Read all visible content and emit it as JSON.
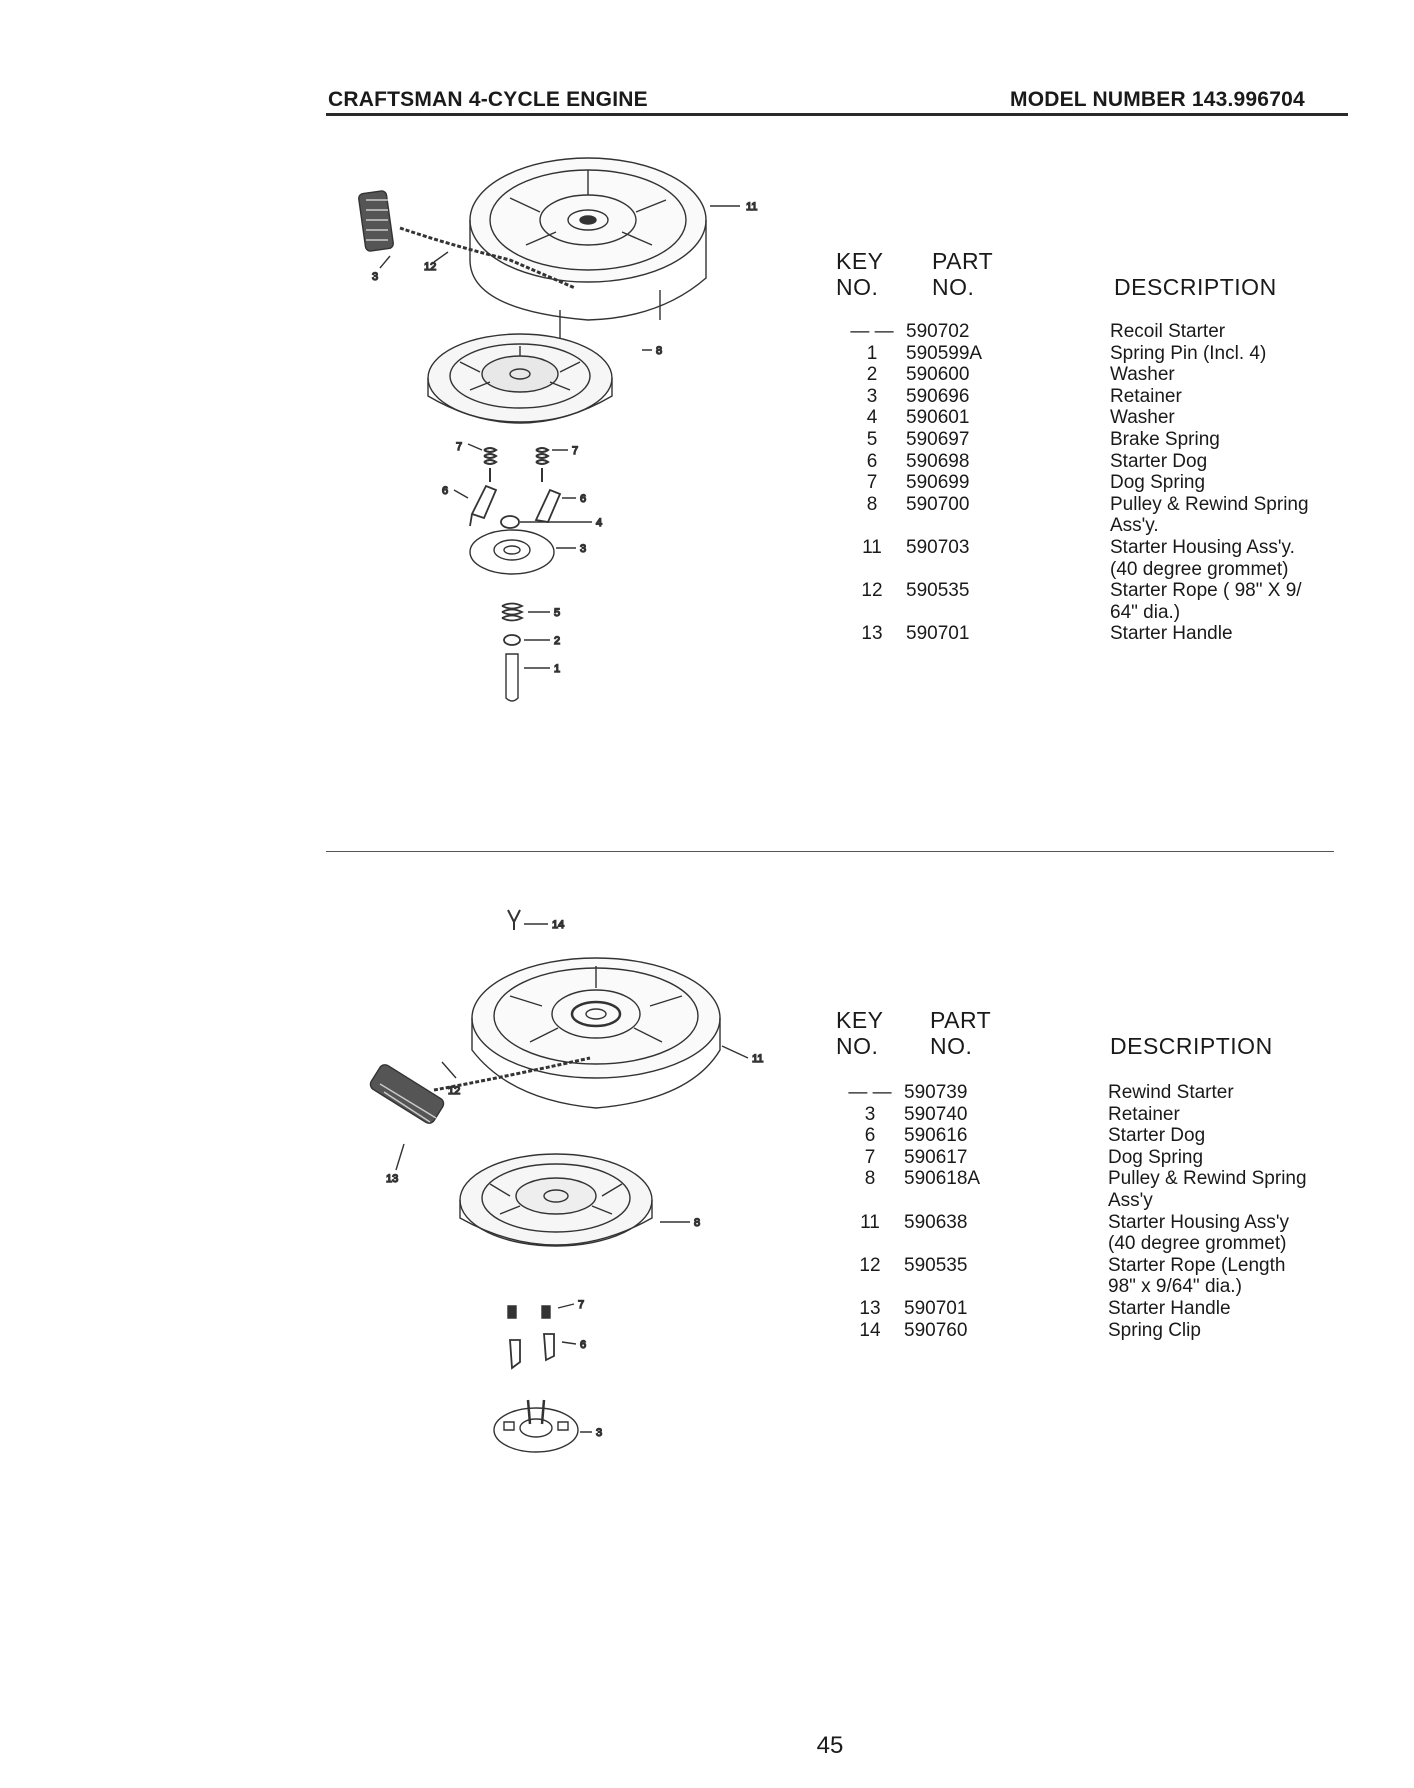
{
  "header": {
    "left": "CRAFTSMAN 4-CYCLE ENGINE",
    "right": "MODEL NUMBER 143.996704"
  },
  "sections": [
    {
      "headers": {
        "key": "KEY\nNO.",
        "part": "PART\nNO.",
        "description": "DESCRIPTION"
      },
      "callouts": [
        "11",
        "12",
        "3",
        "8",
        "7",
        "7",
        "6",
        "6",
        "4",
        "3",
        "5",
        "2",
        "1"
      ],
      "rows": [
        {
          "key": "— —",
          "part": "590702",
          "description": "Recoil Starter"
        },
        {
          "key": "1",
          "part": "590599A",
          "description": "Spring Pin (Incl. 4)"
        },
        {
          "key": "2",
          "part": "590600",
          "description": "Washer"
        },
        {
          "key": "3",
          "part": "590696",
          "description": "Retainer"
        },
        {
          "key": "4",
          "part": "590601",
          "description": "Washer"
        },
        {
          "key": "5",
          "part": "590697",
          "description": "Brake Spring"
        },
        {
          "key": "6",
          "part": "590698",
          "description": "Starter Dog"
        },
        {
          "key": "7",
          "part": "590699",
          "description": "Dog Spring"
        },
        {
          "key": "8",
          "part": "590700",
          "description": "Pulley & Rewind Spring Ass'y."
        },
        {
          "key": "11",
          "part": "590703",
          "description": "Starter Housing Ass'y. (40 degree grommet)"
        },
        {
          "key": "12",
          "part": "590535",
          "description": "Starter Rope ( 98\" X 9/ 64\" dia.)"
        },
        {
          "key": "13",
          "part": "590701",
          "description": "Starter Handle"
        }
      ]
    },
    {
      "headers": {
        "key": "KEY\nNO.",
        "part": "PART\nNO.",
        "description": "DESCRIPTION"
      },
      "callouts": [
        "14",
        "11",
        "12",
        "13",
        "8",
        "7",
        "6",
        "3"
      ],
      "rows": [
        {
          "key": "— —",
          "part": "590739",
          "description": "Rewind Starter"
        },
        {
          "key": "3",
          "part": "590740",
          "description": "Retainer"
        },
        {
          "key": "6",
          "part": "590616",
          "description": "Starter Dog"
        },
        {
          "key": "7",
          "part": "590617",
          "description": "Dog Spring"
        },
        {
          "key": "8",
          "part": "590618A",
          "description": "Pulley & Rewind Spring Ass'y"
        },
        {
          "key": "11",
          "part": "590638",
          "description": "Starter Housing Ass'y (40 degree grommet)"
        },
        {
          "key": "12",
          "part": "590535",
          "description": "Starter Rope (Length 98\" x 9/64\" dia.)"
        },
        {
          "key": "13",
          "part": "590701",
          "description": "Starter Handle"
        },
        {
          "key": "14",
          "part": "590760",
          "description": "Spring Clip"
        }
      ]
    }
  ],
  "page_number": "45"
}
